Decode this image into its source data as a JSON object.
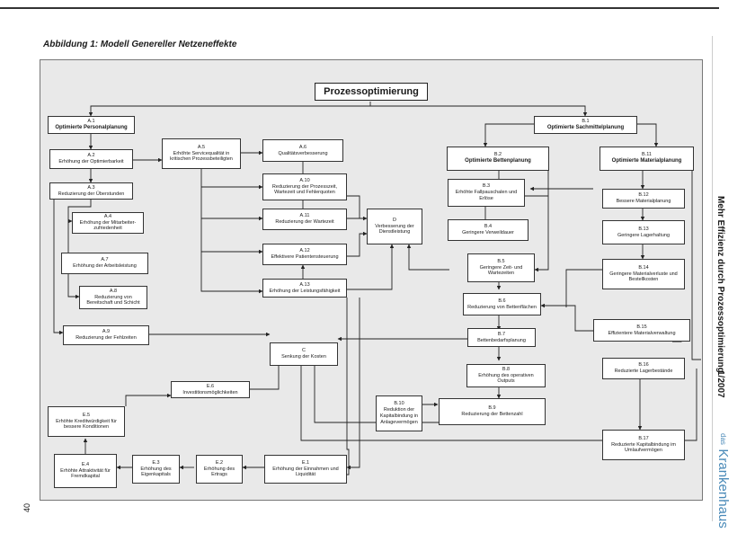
{
  "figure": {
    "caption": "Abbildung 1: Modell Genereller Netzeneffekte",
    "root": "Prozessoptimierung"
  },
  "boxes": {
    "A1": {
      "id": "A.1",
      "text": "Optimierte Personalplanung"
    },
    "A2": {
      "id": "A.2",
      "text": "Erhöhung der Optimierbarkeit"
    },
    "A3": {
      "id": "A.3",
      "text": "Reduzierung der Überstunden"
    },
    "A4": {
      "id": "A.4",
      "text": "Erhöhung der Mitarbeiter-zufriedenheit"
    },
    "A5": {
      "id": "A.5",
      "text": "Erhöhte Servicequalität in kritischen Prozessbeteiligten"
    },
    "A6": {
      "id": "A.6",
      "text": "Qualitätsverbesserung"
    },
    "A7": {
      "id": "A.7",
      "text": "Erhöhung der Arbeitsleistung"
    },
    "A8": {
      "id": "A.8",
      "text": "Reduzierung von Bereitschaft und Schicht"
    },
    "A9": {
      "id": "A.9",
      "text": "Reduzierung der Fehlzeiten"
    },
    "A10": {
      "id": "A.10",
      "text": "Reduzierung der Prozesszeit, Wartezeit und Fehlerquoten"
    },
    "A11": {
      "id": "A.11",
      "text": "Reduzierung der Wartezeit"
    },
    "A12": {
      "id": "A.12",
      "text": "Effektivere Patientensteuerung"
    },
    "A13": {
      "id": "A.13",
      "text": "Erhöhung der Leistungsfähigkeit"
    },
    "D": {
      "id": "D",
      "text": "Verbesserung der Dienstleistung"
    },
    "B1": {
      "id": "B.1",
      "text": "Optimierte Sachmittelplanung"
    },
    "B2": {
      "id": "B.2",
      "text": "Optimierte Bettenplanung"
    },
    "B3": {
      "id": "B.3",
      "text": "Erhöhte Fallpauschalen und Erlöse"
    },
    "B4": {
      "id": "B.4",
      "text": "Geringere Verweildauer"
    },
    "B5": {
      "id": "B.5",
      "text": "Geringere Zeit- und Wartezeiten"
    },
    "B6": {
      "id": "B.6",
      "text": "Reduzierung von Bettenflächen"
    },
    "B7": {
      "id": "B.7",
      "text": "Bettenbedarfsplanung"
    },
    "B8": {
      "id": "B.8",
      "text": "Erhöhung des operativen Outputs"
    },
    "B9": {
      "id": "B.9",
      "text": "Reduzierung der Bettenzahl"
    },
    "B10": {
      "id": "B.10",
      "text": "Reduktion der Kapitalbindung in Anlagevermögen"
    },
    "B11": {
      "id": "B.11",
      "text": "Optimierte Materialplanung"
    },
    "B12": {
      "id": "B.12",
      "text": "Bessere Materialplanung"
    },
    "B13": {
      "id": "B.13",
      "text": "Geringere Lagerhaltung"
    },
    "B14": {
      "id": "B.14",
      "text": "Geringere Materialverluste und Bestellkosten"
    },
    "B15": {
      "id": "B.15",
      "text": "Effizientere Materialverwaltung"
    },
    "B16": {
      "id": "B.16",
      "text": "Reduzierte Lagerbestände"
    },
    "B17": {
      "id": "B.17",
      "text": "Reduzierte Kapitalbindung im Umlaufvermögen"
    },
    "C": {
      "id": "C",
      "text": "Senkung der Kosten"
    },
    "E1": {
      "id": "E.1",
      "text": "Erhöhung der Einnahmen und Liquidität"
    },
    "E2": {
      "id": "E.2",
      "text": "Erhöhung des Ertrags"
    },
    "E3": {
      "id": "E.3",
      "text": "Erhöhung des Eigenkapitals"
    },
    "E4": {
      "id": "E.4",
      "text": "Erhöhte Attraktivität für Fremdkapital"
    },
    "E5": {
      "id": "E.5",
      "text": "Erhöhte Kreditwürdigkeit für bessere Konditionen"
    },
    "E6": {
      "id": "E.6",
      "text": "Investitionsmöglichkeiten"
    }
  },
  "side": {
    "title": "Mehr Effizienz durch Prozessoptimierung",
    "issue": "1/2007",
    "logo_top": "das",
    "logo_bottom": "Krankenhaus",
    "page": "40"
  }
}
